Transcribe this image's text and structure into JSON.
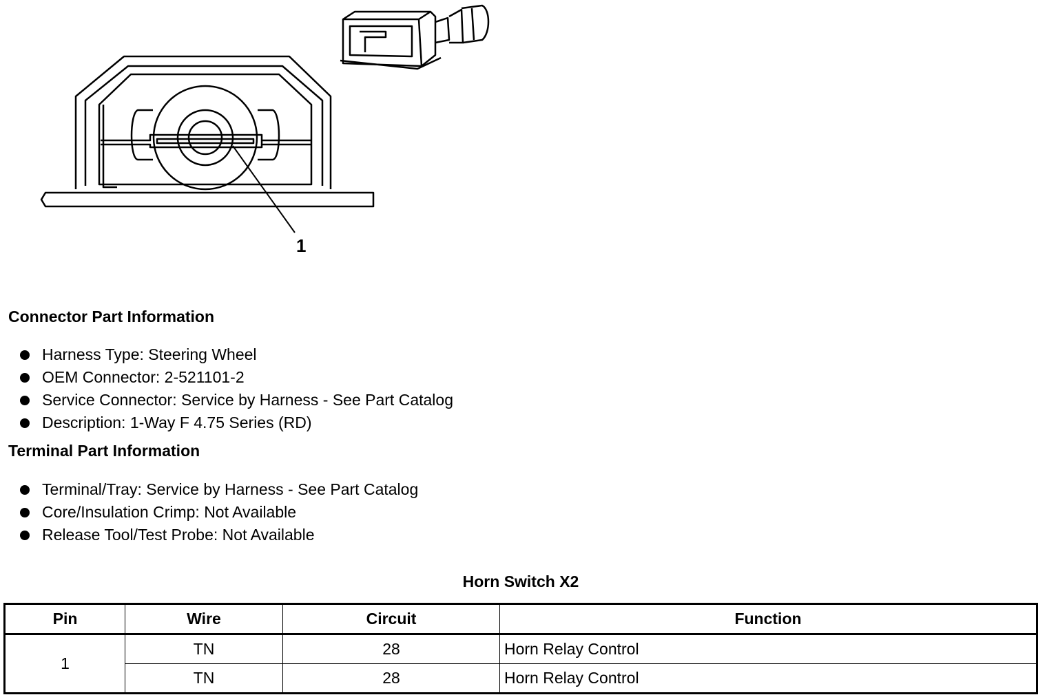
{
  "diagram": {
    "callout_label": "1"
  },
  "connector_info": {
    "title": "Connector Part Information",
    "items": [
      "Harness Type: Steering Wheel",
      "OEM Connector: 2-521101-2",
      "Service Connector: Service by Harness - See Part Catalog",
      "Description: 1-Way F 4.75 Series (RD)"
    ]
  },
  "terminal_info": {
    "title": "Terminal Part Information",
    "items": [
      "Terminal/Tray: Service by Harness - See Part Catalog",
      "Core/Insulation Crimp: Not Available",
      "Release Tool/Test Probe: Not Available"
    ]
  },
  "table": {
    "title": "Horn Switch X2",
    "headers": [
      "Pin",
      "Wire",
      "Circuit",
      "Function"
    ],
    "pin": "1",
    "rows": [
      {
        "wire": "TN",
        "circuit": "28",
        "function": "Horn Relay Control"
      },
      {
        "wire": "TN",
        "circuit": "28",
        "function": "Horn Relay Control"
      }
    ]
  }
}
